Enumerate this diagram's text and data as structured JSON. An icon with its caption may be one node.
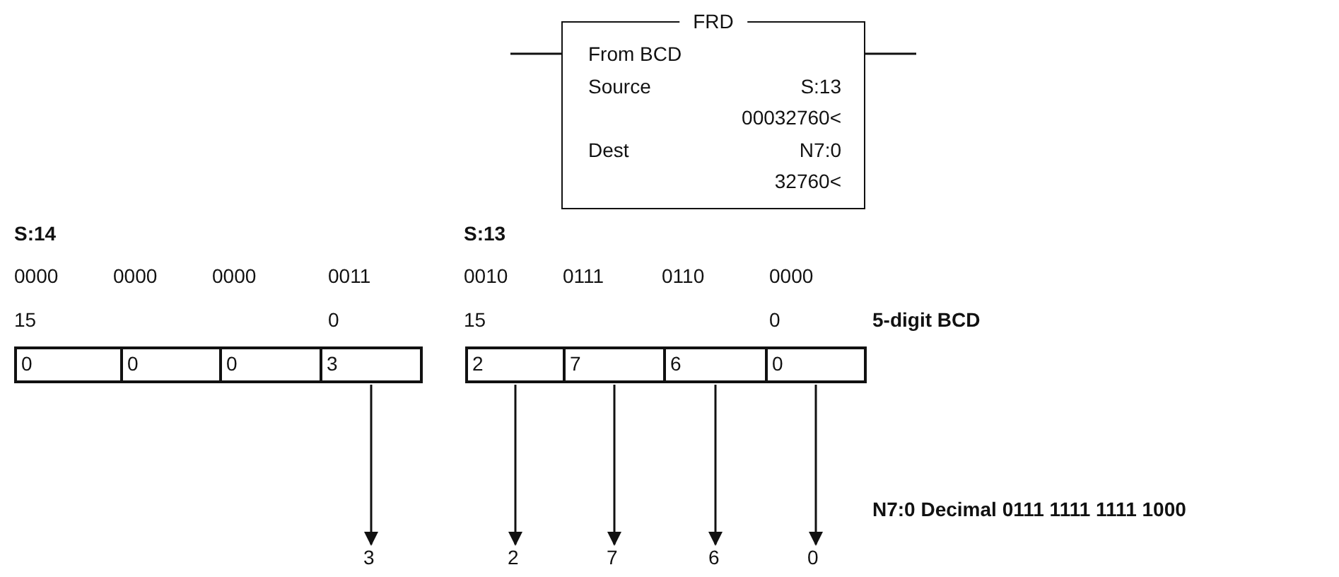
{
  "diagram": {
    "nodes": [
      {
        "text": [
          "FRD",
          "From BCD",
          "Source",
          "S:13",
          "00032760<",
          "Dest",
          "N7:0",
          "32760<"
        ]
      },
      {
        "text": [
          "0"
        ]
      },
      {
        "text": [
          "0"
        ]
      },
      {
        "text": [
          "0"
        ]
      },
      {
        "text": [
          "3"
        ]
      },
      {
        "text": [
          "2"
        ]
      },
      {
        "text": [
          "7"
        ]
      },
      {
        "text": [
          "6"
        ]
      },
      {
        "text": [
          "0"
        ]
      },
      {
        "text": [
          "3"
        ]
      },
      {
        "text": [
          "2"
        ]
      },
      {
        "text": [
          "7"
        ]
      },
      {
        "text": [
          "6"
        ]
      },
      {
        "text": [
          "0"
        ]
      }
    ],
    "edges": [
      {
        "from": null,
        "to": 0,
        "arrow": "none"
      },
      {
        "from": 0,
        "to": null,
        "arrow": "none"
      },
      {
        "from": 4,
        "to": 9,
        "arrow": "to"
      },
      {
        "from": 5,
        "to": 10,
        "arrow": "to"
      },
      {
        "from": 6,
        "to": 11,
        "arrow": "to"
      },
      {
        "from": 7,
        "to": 12,
        "arrow": "to"
      },
      {
        "from": 8,
        "to": 13,
        "arrow": "to"
      }
    ],
    "labels": [
      "S:14",
      "0000",
      "0000",
      "0000",
      "0011",
      "S:13",
      "0010",
      "0111",
      "0110",
      "0000",
      "15",
      "0",
      "15",
      "0",
      "5-digit BCD",
      "N7:0 Decimal 0111 1111 1111 1000"
    ]
  }
}
